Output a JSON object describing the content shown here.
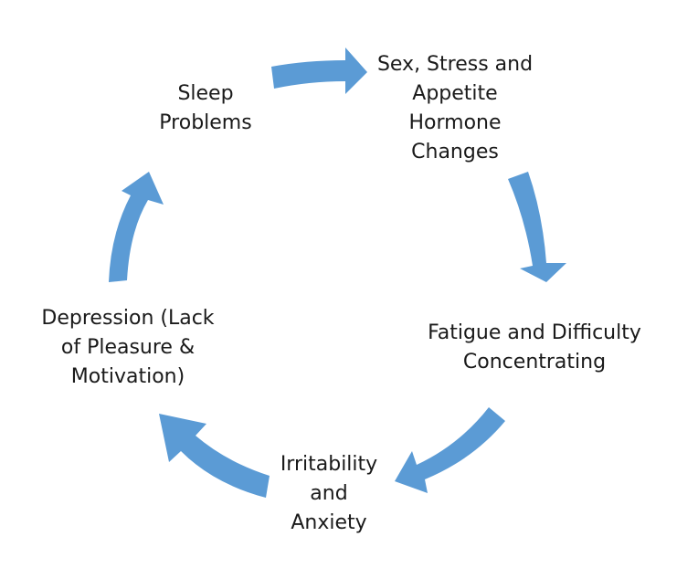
{
  "diagram": {
    "arrow_color": "#5B9BD5",
    "text_color": "#1a1a1a",
    "nodes": [
      {
        "id": "sleep",
        "lines": [
          "Sleep",
          "Problems"
        ]
      },
      {
        "id": "hormone",
        "lines": [
          "Sex, Stress and",
          "Appetite",
          "Hormone",
          "Changes"
        ]
      },
      {
        "id": "fatigue",
        "lines": [
          "Fatigue and Difficulty",
          "Concentrating"
        ]
      },
      {
        "id": "irritability",
        "lines": [
          "Irritability",
          "and",
          "Anxiety"
        ]
      },
      {
        "id": "depression",
        "lines": [
          "Depression (Lack",
          "of Pleasure &",
          "Motivation)"
        ]
      }
    ]
  }
}
